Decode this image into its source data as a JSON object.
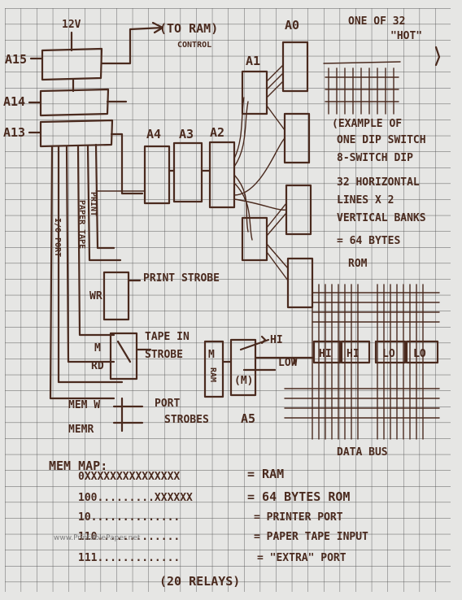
{
  "labels": {
    "v12": "12V",
    "to_ram": "(TO RAM)",
    "control": "CONTROL",
    "a15": "A15",
    "a14": "A14",
    "a13": "A13",
    "a0": "A0",
    "a1": "A1",
    "a2": "A2",
    "a3": "A3",
    "a4": "A4",
    "a5": "A5",
    "one_of_32": "ONE OF 32",
    "hot": "\"HOT\"",
    "example": "(EXAMPLE OF",
    "line_dip": "ONE DIP SWITCH",
    "line_8sw": "8-SWITCH DIP",
    "line_32": "32 HORIZONTAL",
    "line_lines": "LINES X 2",
    "line_vert": "VERTICAL BANKS",
    "line_64": "= 64 BYTES",
    "line_rom": "ROM",
    "print": "PRINT",
    "paper_tape": "PAPER TAPE",
    "io_port": "I/O PORT",
    "wr": "WR",
    "print_strobe": "PRINT STROBE",
    "m_top": "M",
    "rd": "RD",
    "tape_in_strobe_1": "TAPE IN",
    "tape_in_strobe_2": "STROBE",
    "m_relay": "M",
    "ram_vert": "RAM",
    "m_box": "(M)",
    "hi_arrow": "HI",
    "low_arrow": "LOW",
    "hi_1": "HI",
    "hi_2": "HI",
    "lo_1": "LO",
    "lo_2": "LO",
    "mem_w": "MEM W",
    "mem_r": "MEMR",
    "port_strobes_1": "PORT",
    "port_strobes_2": "STROBES",
    "data_bus": "DATA BUS",
    "mem_map": "MEM MAP:",
    "row1_addr": "0XXXXXXXXXXXXXXX",
    "row1_desc": "= RAM",
    "row2_addr": "100.........XXXXXX",
    "row2_desc": "= 64 BYTES ROM",
    "row3_addr": "10..............",
    "row3_desc": "= PRINTER PORT",
    "row4_addr": "110.............",
    "row4_desc": "= PAPER TAPE INPUT",
    "row5_addr": "111.............",
    "row5_desc": "= \"EXTRA\" PORT",
    "relays": "(20 RELAYS)",
    "watermark": "www.PrintablePaper.net"
  }
}
